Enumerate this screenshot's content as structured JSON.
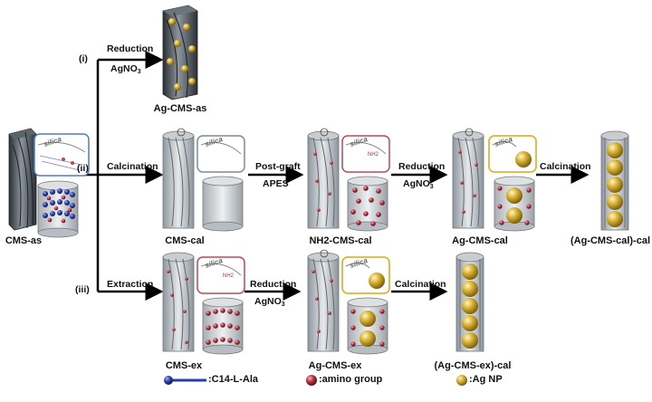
{
  "labels": {
    "cms_as": "CMS-as",
    "ag_cms_as": "Ag-CMS-as",
    "cms_cal": "CMS-cal",
    "nh2_cms_cal": "NH2-CMS-cal",
    "ag_cms_cal": "Ag-CMS-cal",
    "ag_cms_cal_cal": "(Ag-CMS-cal)-cal",
    "cms_ex": "CMS-ex",
    "ag_cms_ex": "Ag-CMS-ex",
    "ag_cms_ex_cal": "(Ag-CMS-ex)-cal"
  },
  "routes": {
    "i": "(i)",
    "ii": "(ii)",
    "iii": "(iii)"
  },
  "steps": {
    "reduction": "Reduction",
    "agno3": "AgNO",
    "agno3_sub": "3",
    "calcination": "Calcination",
    "post_graft": "Post-graft",
    "apes": "APES",
    "extraction": "Extraction"
  },
  "inset_text": {
    "silica": "silica",
    "nh2": "NH2"
  },
  "legend": {
    "surfactant": ":C14-L-Ala",
    "amino": ":amino group",
    "ag": ":Ag NP"
  },
  "colors": {
    "box_blue": "#4a7fc1",
    "box_gray": "#7d8a94",
    "box_red": "#b84a58",
    "box_gold": "#e0b437",
    "amino": "#b0303f",
    "ag": "#d7b030",
    "surfactant": "#2a3ea8"
  }
}
